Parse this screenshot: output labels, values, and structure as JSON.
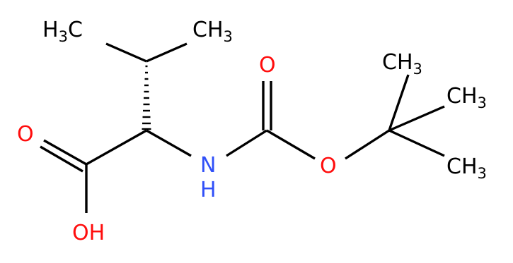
{
  "colors": {
    "carbon": "#000000",
    "oxygen": "#ff0d0d",
    "nitrogen": "#3050f8",
    "background": "#ffffff"
  },
  "atoms": {
    "methyl_left": {
      "element": "H",
      "subscript": "3",
      "suffix": "C"
    },
    "methyl_right": {
      "element": "CH",
      "subscript": "3"
    },
    "carbonyl_oxygen_acid": {
      "text": "O"
    },
    "hydroxyl": {
      "text": "OH"
    },
    "amine": {
      "line1": "N",
      "line2": "H"
    },
    "carbonyl_oxygen_boc": {
      "text": "O"
    },
    "ester_oxygen": {
      "text": "O"
    },
    "tbutyl_methyl_top": {
      "element": "CH",
      "subscript": "3"
    },
    "tbutyl_methyl_mid": {
      "element": "CH",
      "subscript": "3"
    },
    "tbutyl_methyl_bottom": {
      "element": "CH",
      "subscript": "3"
    }
  }
}
